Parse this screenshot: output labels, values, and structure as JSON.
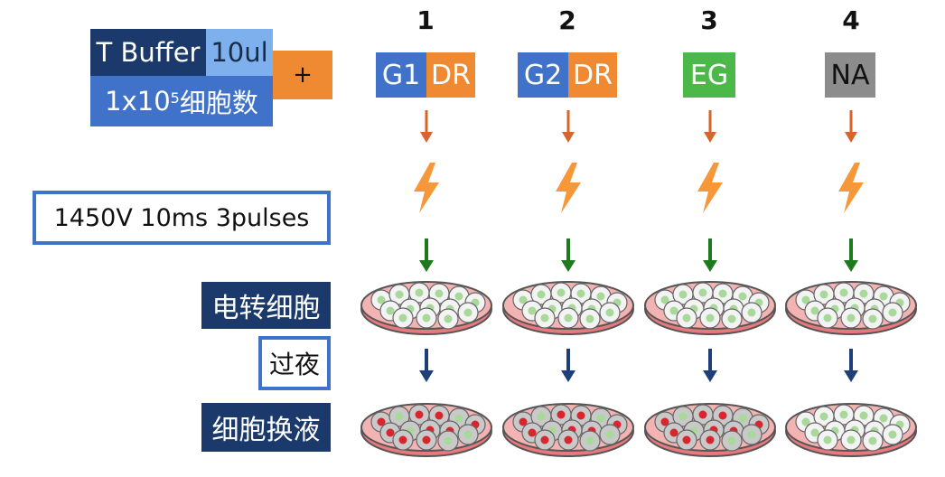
{
  "buffer": {
    "t_buffer": "T Buffer",
    "volume": "10ul",
    "cells_prefix": "1x10",
    "cells_exp": "5",
    "cells_suffix": " 细胞数",
    "plus": "+"
  },
  "conditions": {
    "pulse": "1450V 10ms 3pulses",
    "electro": "电转细胞",
    "overnight": "过夜",
    "medium": "细胞换液"
  },
  "columns": [
    {
      "number": "1",
      "tags": [
        "G1",
        "DR"
      ]
    },
    {
      "number": "2",
      "tags": [
        "G2",
        "DR"
      ]
    },
    {
      "number": "3",
      "tags": [
        "EG"
      ]
    },
    {
      "number": "4",
      "tags": [
        "NA"
      ]
    }
  ],
  "colors": {
    "navy": "#1b3a6b",
    "blue": "#3f72c8",
    "light_blue": "#5b93d8",
    "orange": "#f08a32",
    "green": "#4cb84a",
    "gray": "#8c8c8c",
    "arrow_orange": "#d8642a",
    "arrow_green": "#1f7a1f",
    "arrow_navy": "#1e3f7a",
    "dish_red": "#e8797c",
    "cell_green": "#a8d99a",
    "cell_red": "#d8262e"
  },
  "icons": [
    "arrow-down-icon",
    "lightning-icon",
    "petri-dish-icon"
  ]
}
